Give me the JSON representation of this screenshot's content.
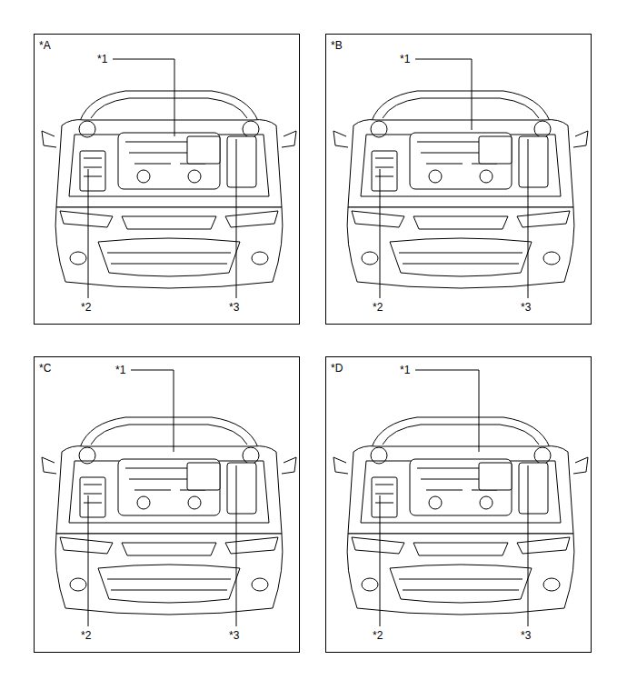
{
  "diagram": {
    "nodes": [
      {
        "text": [
          "*A"
        ]
      },
      {
        "text": [
          "*B"
        ]
      },
      {
        "text": [
          "*C"
        ]
      },
      {
        "text": [
          "*D"
        ]
      }
    ],
    "labels": [
      "*1",
      "*2",
      "*3",
      "*1",
      "*2",
      "*3",
      "*1",
      "*2",
      "*3",
      "*1",
      "*2",
      "*3"
    ]
  }
}
